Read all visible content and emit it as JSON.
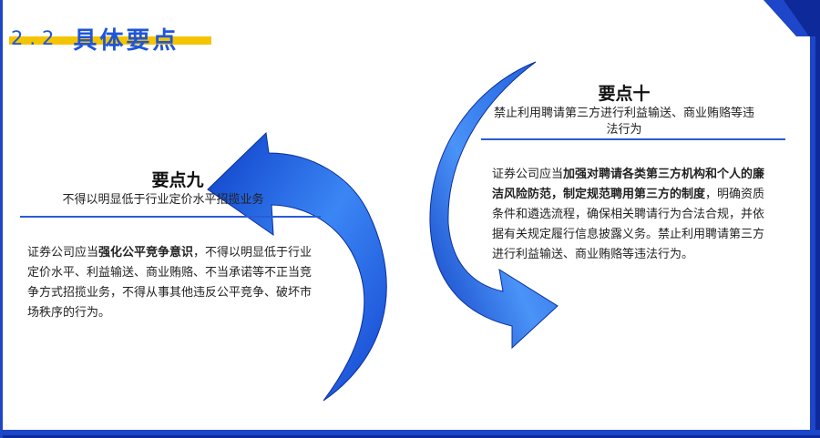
{
  "section": {
    "number": "2.2",
    "title": "具体要点"
  },
  "point9": {
    "title": "要点九",
    "subtitle": "不得以明显低于行业定价水平招揽业务",
    "body_prefix": "证券公司应当",
    "body_bold": "强化公平竞争意识",
    "body_rest": "，不得以明显低于行业定价水平、利益输送、商业贿赂、不当承诺等不正当竞争方式招揽业务，不得从事其他违反公平竞争、破坏市场秩序的行为。"
  },
  "point10": {
    "title": "要点十",
    "subtitle": "禁止利用聘请第三方进行利益输送、商业贿赂等违法行为",
    "body_prefix": "证券公司应当",
    "body_bold": "加强对聘请各类第三方机构和个人的廉洁风险防范，制定规范聘用第三方的制度",
    "body_rest": "，明确资质条件和遴选流程，确保相关聘请行为合法合规，并依据有关规定履行信息披露义务。禁止利用聘请第三方进行利益输送、商业贿赂等违法行为。"
  },
  "colors": {
    "accent_blue": "#1f55d9",
    "arrow_blue": "#2f6fe8",
    "frame_dark": "#0e2a9a",
    "underline_yellow": "#f5c400"
  }
}
